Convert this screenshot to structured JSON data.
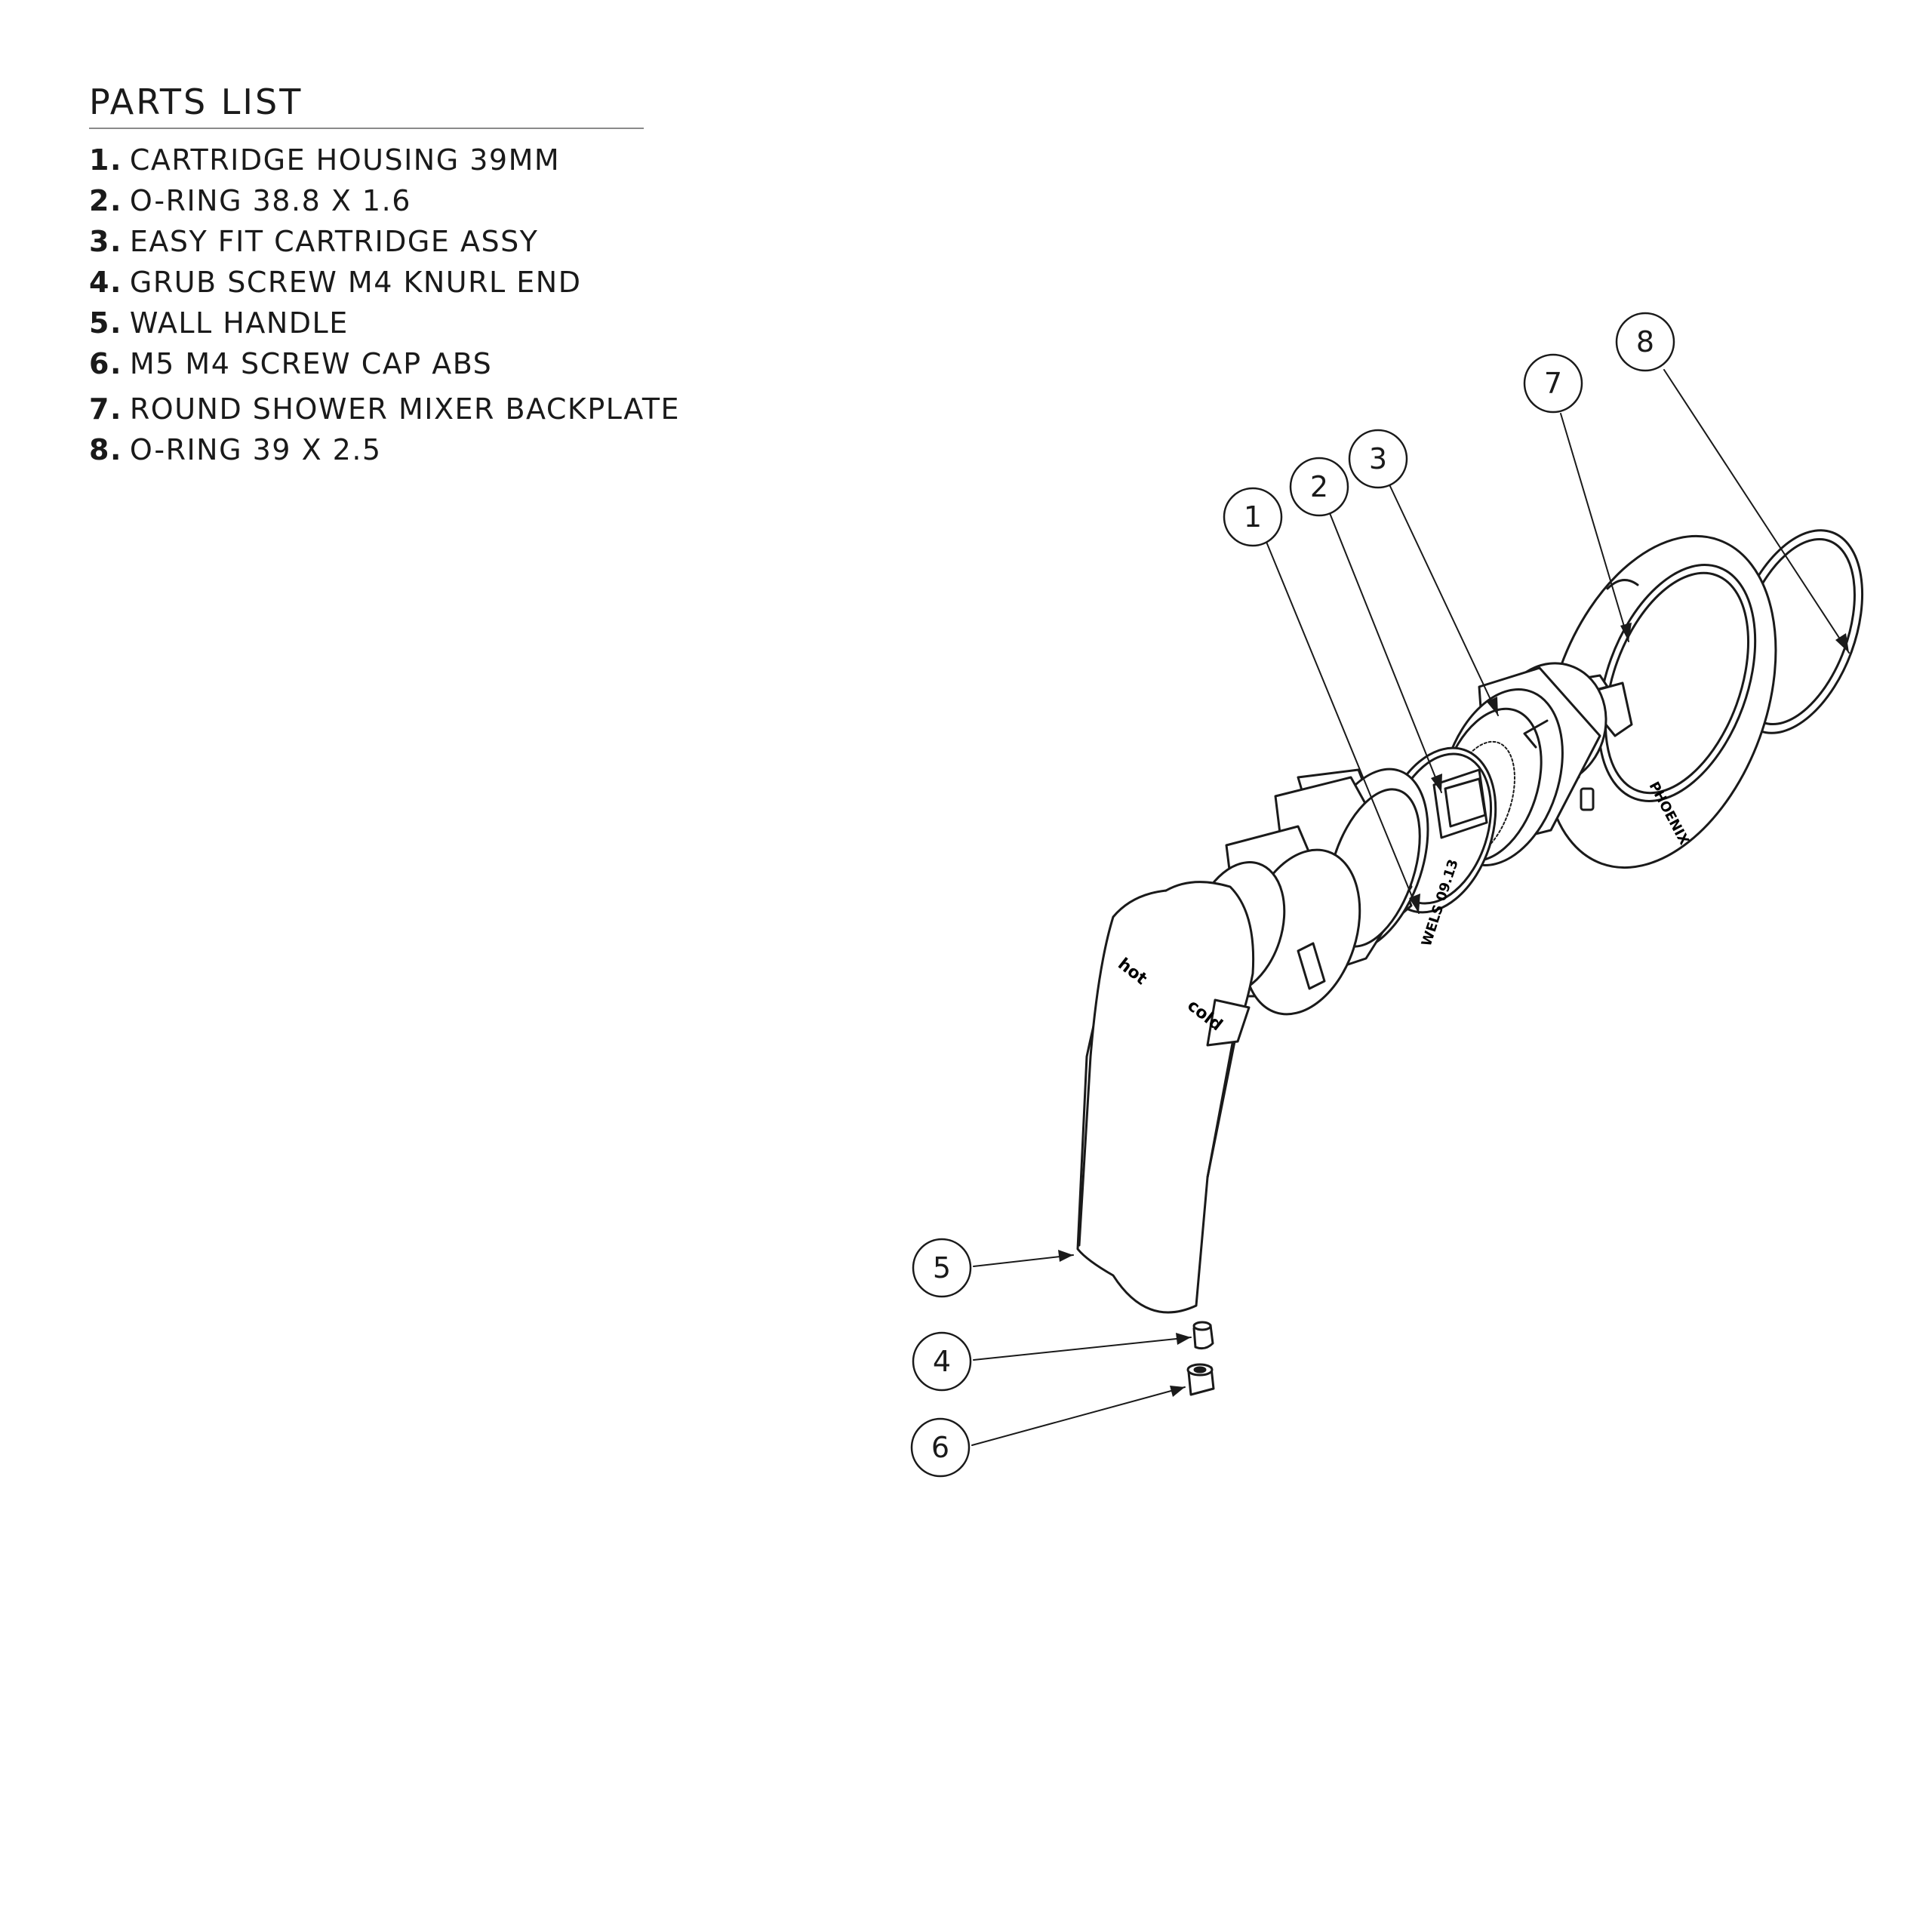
{
  "parts_list": {
    "title": "PARTS LIST",
    "items": [
      {
        "num": "1.",
        "label": "CARTRIDGE HOUSING 39MM"
      },
      {
        "num": "2.",
        "label": "O-RING 38.8 X 1.6"
      },
      {
        "num": "3.",
        "label": "EASY FIT CARTRIDGE ASSY"
      },
      {
        "num": "4.",
        "label": "GRUB SCREW M4 KNURL END"
      },
      {
        "num": "5.",
        "label": "WALL HANDLE"
      },
      {
        "num": "6.",
        "label": "M5 M4 SCREW CAP ABS"
      },
      {
        "num": "7.",
        "label": "ROUND SHOWER MIXER BACKPLATE"
      },
      {
        "num": "8.",
        "label": "O-RING 39 X 2.5"
      }
    ]
  },
  "diagram": {
    "callouts": [
      "1",
      "2",
      "3",
      "4",
      "5",
      "6",
      "7",
      "8"
    ],
    "handle_marks": {
      "hot": "hot",
      "cold": "cold"
    },
    "brand_mark": "PHOENIX",
    "housing_mark": "WELS 09.13"
  }
}
